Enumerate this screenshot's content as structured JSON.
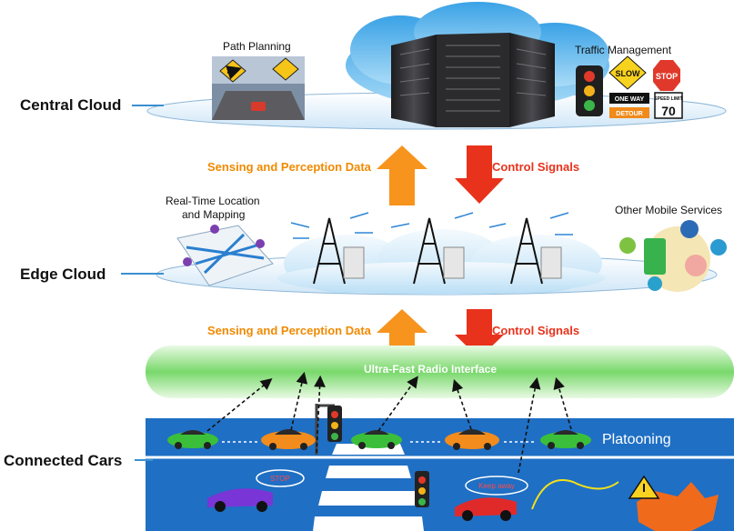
{
  "layers": {
    "central": "Central Cloud",
    "edge": "Edge Cloud",
    "cars": "Connected Cars"
  },
  "central_cloud": {
    "left_label": "Path Planning",
    "right_label": "Traffic Management",
    "signs": {
      "slow": "SLOW",
      "stop": "STOP",
      "one_way": "ONE WAY",
      "detour": "DETOUR",
      "speed_title": "SPEED LIMIT",
      "speed_value": "70"
    }
  },
  "edge_cloud": {
    "left_label_line1": "Real-Time Location",
    "left_label_line2": "and Mapping",
    "right_label": "Other Mobile Services"
  },
  "flows": {
    "upper_up": "Sensing and Perception Data",
    "upper_down": "Control Signals",
    "lower_up": "Sensing and Perception Data",
    "lower_down": "Control Signals"
  },
  "radio": "Ultra-Fast Radio Interface",
  "road": {
    "platooning": "Platooning",
    "bubble_stop": "STOP",
    "bubble_keep": "Keep away"
  },
  "colors": {
    "orange_arrow": "#f7941d",
    "red_arrow": "#e8321c",
    "road_blue": "#1f6fc4",
    "radio_green": "#7ddc6e"
  }
}
